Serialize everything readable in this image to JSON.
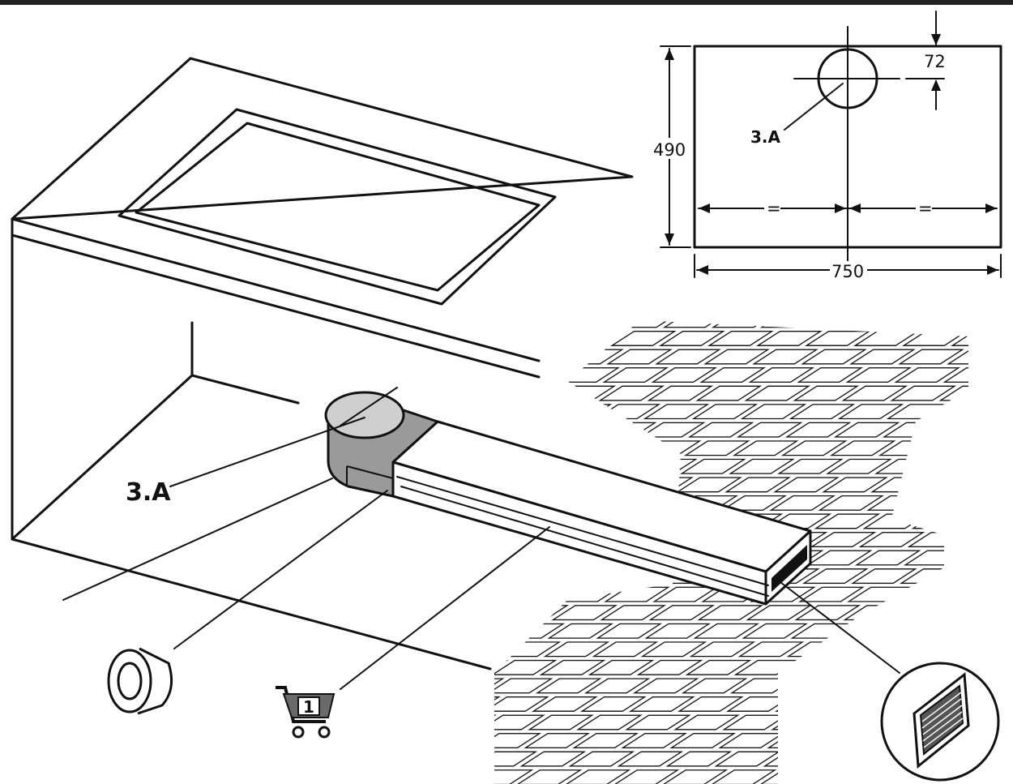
{
  "labels": {
    "part_main": "3.A",
    "part_inset": "3.A",
    "dim_width": "750",
    "dim_height": "490",
    "dim_offset": "72",
    "equal_left": "=",
    "equal_right": "=",
    "cart_qty": "1"
  },
  "icons": {
    "tape": "adhesive-tape-icon",
    "cart": "shopping-cart-icon",
    "grille": "vent-grille-icon"
  },
  "colors": {
    "line": "#111111",
    "duct_fill": "#ffffff",
    "elbow_fill": "#9a9a9a",
    "background": "#ffffff"
  }
}
